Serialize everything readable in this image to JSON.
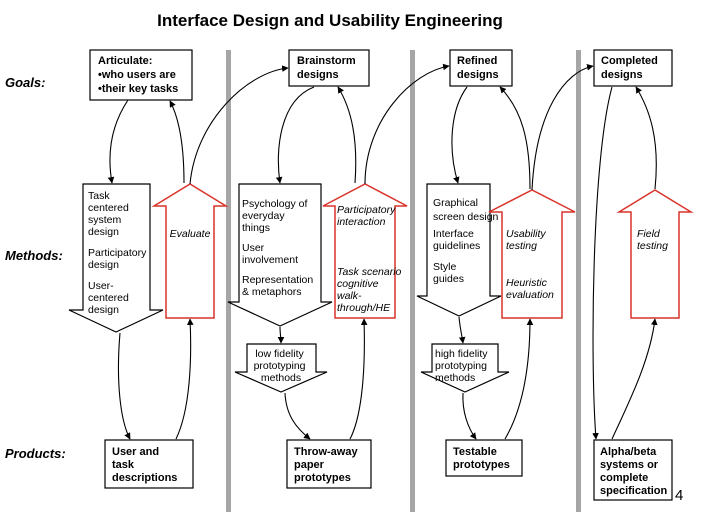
{
  "title": "Interface Design and Usability Engineering",
  "row_labels": {
    "goals": "Goals:",
    "methods": "Methods:",
    "products": "Products:"
  },
  "goals": {
    "articulate": [
      "Articulate:",
      "•who users are",
      "•their key tasks"
    ],
    "brainstorm": [
      "Brainstorm",
      "designs"
    ],
    "refined": [
      "Refined",
      "designs"
    ],
    "completed": [
      "Completed",
      "designs"
    ]
  },
  "methods": {
    "task_centered": [
      "Task",
      "centered",
      "system",
      "design",
      "Participatory",
      "design",
      "User-",
      "centered",
      "design"
    ],
    "evaluate": "Evaluate",
    "psychology": [
      "Psychology of",
      "everyday",
      "things",
      "User",
      "involvement",
      "Representation",
      "& metaphors"
    ],
    "participatory_interaction": [
      "Participatory",
      "interaction"
    ],
    "task_scenario": [
      "Task scenario",
      "cognitive",
      "walk-",
      "through/HE"
    ],
    "low_fidelity": [
      "low fidelity",
      "prototyping",
      "methods"
    ],
    "graphical": [
      "Graphical",
      "screen design",
      "Interface",
      "guidelines",
      "Style",
      "guides"
    ],
    "usability_testing": [
      "Usability",
      "testing"
    ],
    "heuristic": [
      "Heuristic",
      "evaluation"
    ],
    "high_fidelity": [
      "high fidelity",
      "prototyping",
      "methods"
    ],
    "field_testing": [
      "Field",
      "testing"
    ]
  },
  "products": {
    "user_task": [
      "User and",
      "task",
      "descriptions"
    ],
    "throwaway": [
      "Throw-away",
      "paper",
      "prototypes"
    ],
    "testable": [
      "Testable",
      "prototypes"
    ],
    "alpha_beta": [
      "Alpha/beta",
      "systems or",
      "complete",
      "specification"
    ]
  },
  "page_number": "4",
  "colors": {
    "divider": "#a6a6a6",
    "evaluation_arrow": "#d9342b",
    "ink": "#000000"
  }
}
